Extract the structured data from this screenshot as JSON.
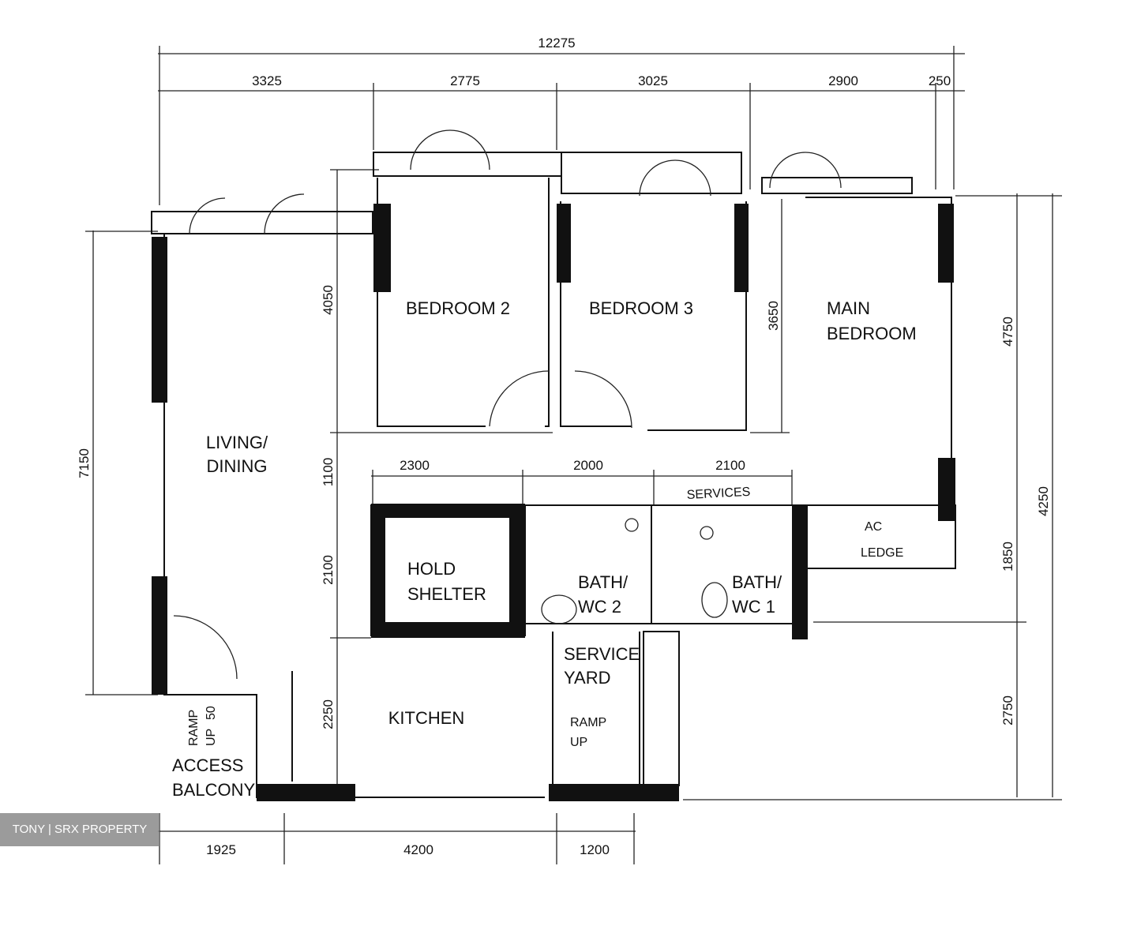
{
  "dimensions": {
    "overall_width": "12275",
    "top": [
      "3325",
      "2775",
      "3025",
      "2900",
      "250"
    ],
    "bottom": [
      "1925",
      "4200",
      "1200"
    ],
    "left_total": "7150",
    "inner_vertical": [
      "4050",
      "1100",
      "2100",
      "2250"
    ],
    "main_bedroom_height": "3650",
    "corridor": [
      "2300",
      "2000",
      "2100"
    ],
    "right": [
      "4750",
      "4250",
      "1850",
      "2750"
    ],
    "ramp": "50"
  },
  "rooms": {
    "living": [
      "LIVING/",
      "DINING"
    ],
    "bedroom2": "BEDROOM  2",
    "bedroom3": "BEDROOM  3",
    "main_bedroom": [
      "MAIN",
      "BEDROOM"
    ],
    "shelter": [
      "HOLD",
      "SHELTER"
    ],
    "bath2": [
      "BATH/",
      "WC  2"
    ],
    "bath1": [
      "BATH/",
      "WC  1"
    ],
    "ac_ledge": [
      "AC",
      "LEDGE"
    ],
    "service_yard": [
      "SERVICE",
      "YARD"
    ],
    "ramp_yard": [
      "RAMP",
      "UP"
    ],
    "kitchen": "KITCHEN",
    "ramp_balcony": [
      "RAMP",
      "UP"
    ],
    "access_balcony": [
      "ACCESS",
      "BALCONY"
    ],
    "services": "SERVICES"
  },
  "watermark": "TONY | SRX PROPERTY"
}
